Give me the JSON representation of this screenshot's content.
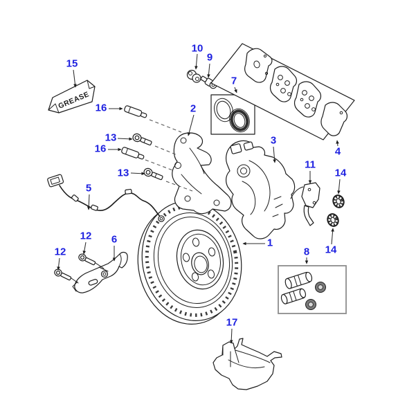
{
  "page": {
    "background": "#ffffff"
  },
  "colors": {
    "callout_blue": "#1e21e0",
    "linework_black": "#1c1c1c",
    "kit_box_border_gray": "#8c8c8c"
  },
  "grease_label": "GREASE",
  "callouts": {
    "1": "1",
    "2": "2",
    "3": "3",
    "4": "4",
    "5": "5",
    "6": "6",
    "7": "7",
    "8": "8",
    "9": "9",
    "10": "10",
    "11": "11",
    "12": "12",
    "13": "13",
    "14": "14",
    "15": "15",
    "16": "16",
    "17": "17"
  }
}
